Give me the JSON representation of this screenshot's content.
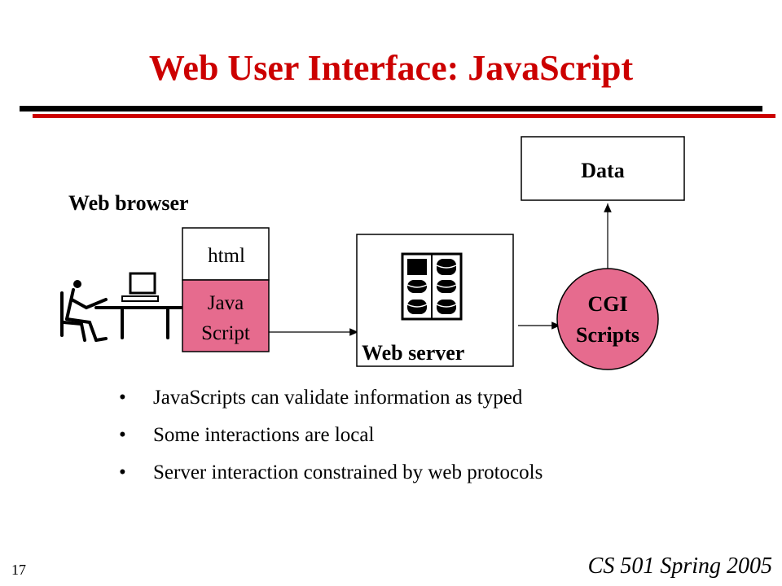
{
  "slide": {
    "title": "Web User Interface: JavaScript",
    "page_number": "17",
    "footer": "CS 501 Spring 2005"
  },
  "diagram": {
    "web_browser_label": "Web browser",
    "html_label": "html",
    "javascript_label_line1": "Java",
    "javascript_label_line2": "Script",
    "web_server_label": "Web server",
    "cgi_label_line1": "CGI",
    "cgi_label_line2": "Scripts",
    "data_label": "Data",
    "colors": {
      "javascript_fill": "#e66b8e",
      "cgi_fill": "#e66b8e",
      "title_red": "#cc0000"
    }
  },
  "bullets": [
    "JavaScripts can validate information as typed",
    "Some interactions are local",
    "Server interaction constrained by web protocols"
  ]
}
